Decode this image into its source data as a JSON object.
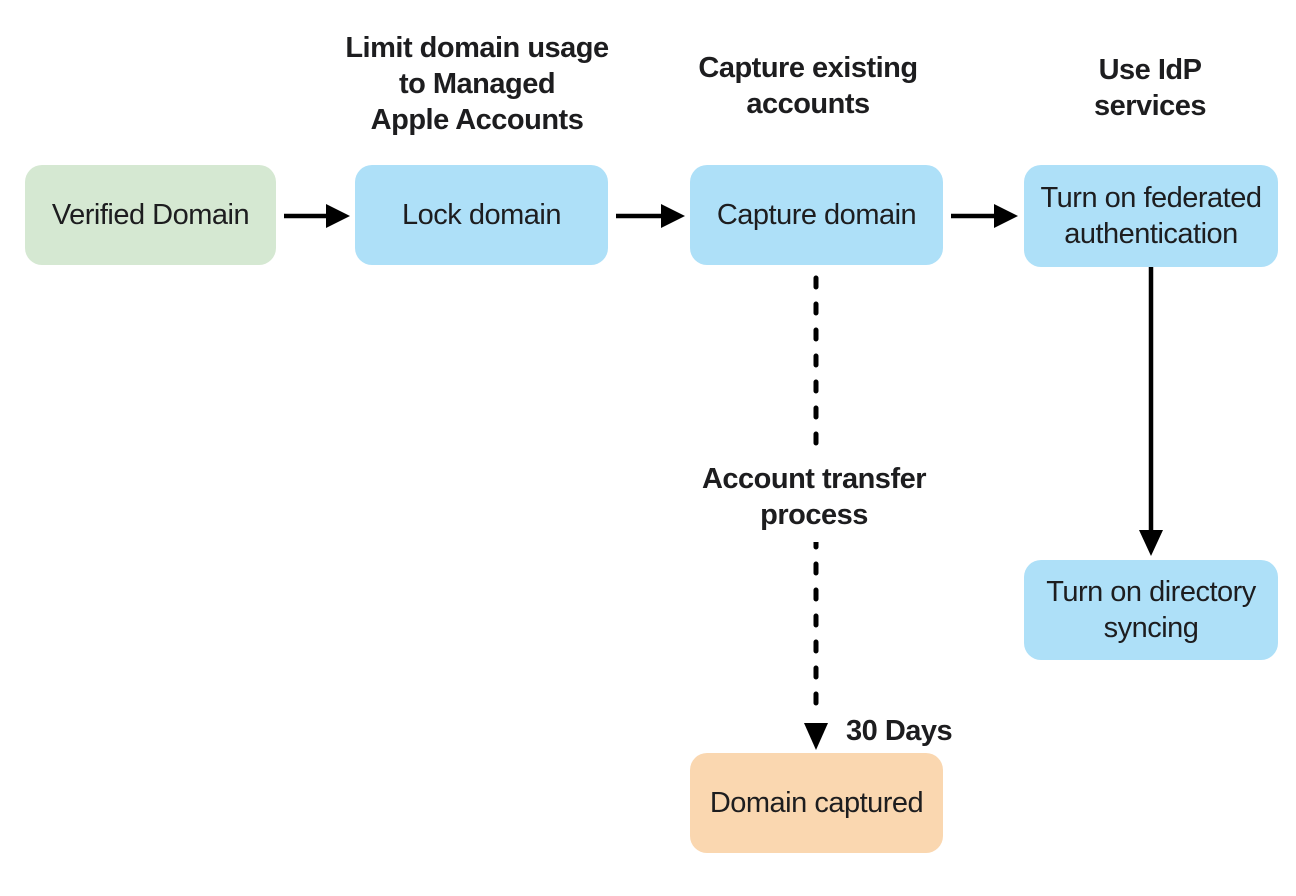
{
  "colors": {
    "background": "#ffffff",
    "text": "#1d1d1f",
    "arrow": "#000000",
    "node_green": "#d5e8d2",
    "node_blue": "#aee0f8",
    "node_orange": "#fad7b0"
  },
  "headers": {
    "lock": "Limit domain usage\nto Managed\nApple Accounts",
    "capture": "Capture existing\naccounts",
    "idp": "Use IdP\nservices"
  },
  "nodes": {
    "verified": {
      "label": "Verified Domain",
      "color": "#d5e8d2"
    },
    "lock": {
      "label": "Lock domain",
      "color": "#aee0f8"
    },
    "capture": {
      "label": "Capture domain",
      "color": "#aee0f8"
    },
    "federated": {
      "label": "Turn on federated\nauthentication",
      "color": "#aee0f8"
    },
    "directory": {
      "label": "Turn on directory\nsyncing",
      "color": "#aee0f8"
    },
    "captured": {
      "label": "Domain captured",
      "color": "#fad7b0"
    }
  },
  "edge_labels": {
    "transfer": "Account transfer\nprocess",
    "days": "30 Days"
  }
}
